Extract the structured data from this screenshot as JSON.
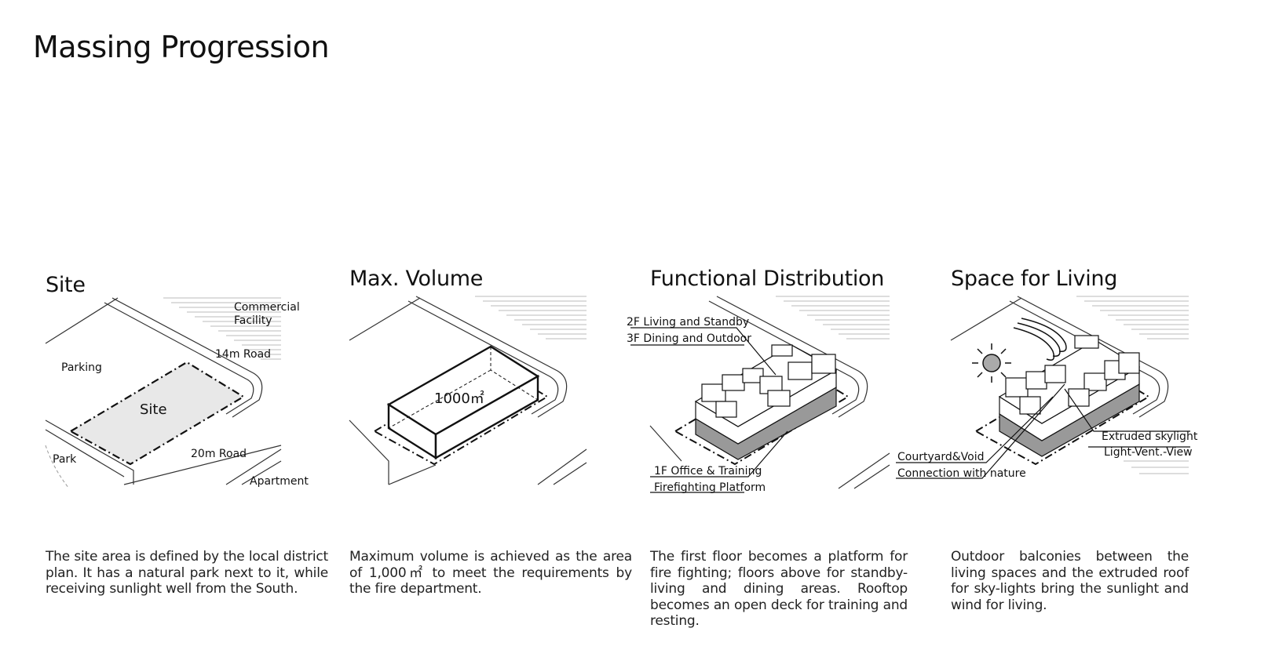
{
  "title": "Massing Progression",
  "panels": [
    {
      "title": "Site",
      "labels": {
        "commercial_1": "Commercial",
        "commercial_2": "Facility",
        "road14": "14m Road",
        "parking": "Parking",
        "site": "Site",
        "park": "Park",
        "road20": "20m Road",
        "apartment": "Apartment"
      },
      "description": "The site area is defined by the local district plan. It has a natural park next to it, while receiving sunlight well from the South."
    },
    {
      "title": "Max. Volume",
      "labels": {
        "area": "1000㎡"
      },
      "description": "Maximum volume is achieved as the area of 1,000㎡ to meet the requirements by the fire department."
    },
    {
      "title": "Functional Distribution",
      "labels": {
        "upper_1": "2F Living and Standby",
        "upper_2": "3F Dining and Outdoor",
        "lower_1": "1F Office & Training",
        "lower_2": "Firefighting Platform"
      },
      "description": "The first floor becomes a platform for fire fighting; floors above for standby-living and dining areas. Rooftop becomes an open deck for training and resting."
    },
    {
      "title": "Space for Living",
      "labels": {
        "skylight_1": "Extruded skylight",
        "skylight_2": "Light-Vent.-View",
        "courtyard_1": "Courtyard&Void",
        "courtyard_2": "Connection with nature"
      },
      "description": "Outdoor balconies between the living spaces and the extruded roof for sky-lights bring the sunlight and wind for living."
    }
  ]
}
